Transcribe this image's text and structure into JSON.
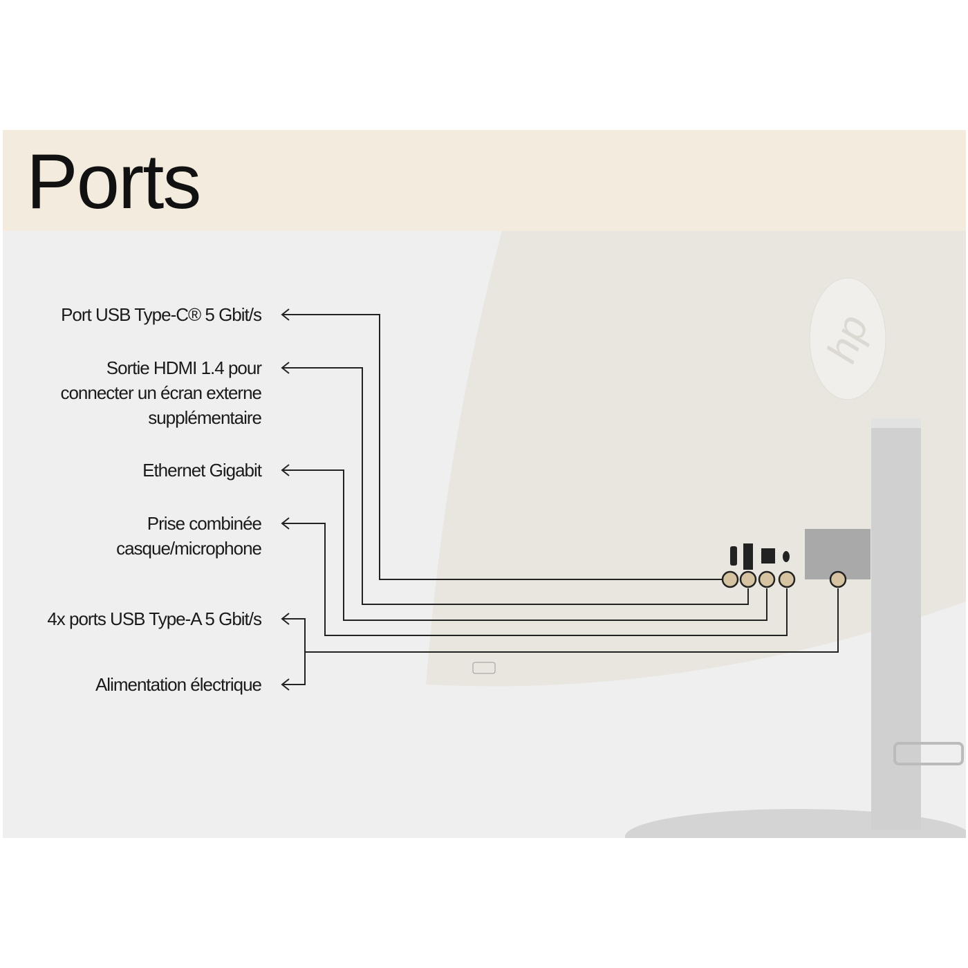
{
  "title": "Ports",
  "labels": {
    "usb_c": "Port USB Type-C® 5 Gbit/s",
    "hdmi_1": "Sortie HDMI 1.4 pour",
    "hdmi_2": "connecter un écran externe",
    "hdmi_3": "supplémentaire",
    "ethernet": "Ethernet Gigabit",
    "audio_1": "Prise combinée",
    "audio_2": "casque/microphone",
    "usb_a": "4x ports USB Type-A 5 Gbit/s",
    "power": "Alimentation électrique"
  },
  "colors": {
    "header": "#f3ebdd",
    "marker": "#d6c3a2",
    "background": "#efefef"
  }
}
